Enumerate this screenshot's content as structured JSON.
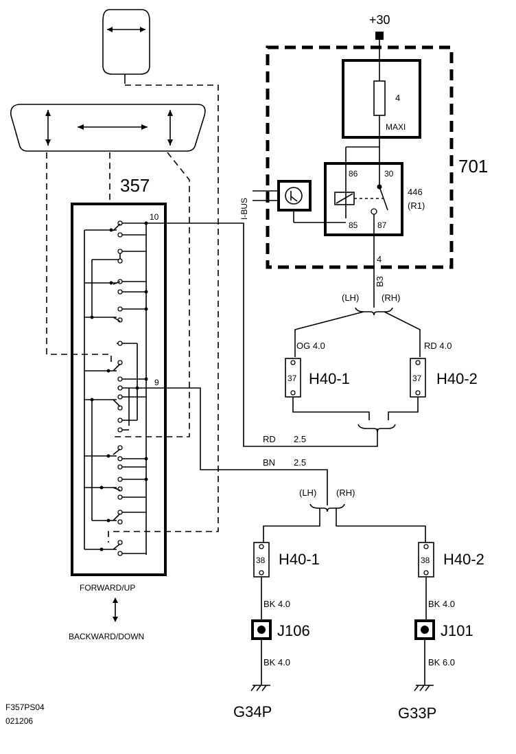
{
  "supply": {
    "label": "+30"
  },
  "box701": {
    "label": "701"
  },
  "fuse": {
    "number": "4",
    "type": "MAXI"
  },
  "relay": {
    "number": "446",
    "ref": "(R1)",
    "pin86": "86",
    "pin30": "30",
    "pin85": "85",
    "pin87": "87"
  },
  "ibus": {
    "label": "I-BUS"
  },
  "feed_wire": {
    "size": "4",
    "name": "B3"
  },
  "split_top": {
    "lh": "(LH)",
    "rh": "(RH)"
  },
  "lamp37": {
    "left": {
      "wire": "OG 4.0",
      "pin": "37",
      "name": "H40-1"
    },
    "right": {
      "wire": "RD 4.0",
      "pin": "37",
      "name": "H40-2"
    }
  },
  "switch357": {
    "label": "357",
    "pin10": "10",
    "pin9": "9",
    "forward_label": "FORWARD/UP",
    "backward_label": "BACKWARD/DOWN"
  },
  "wire_rd": {
    "color": "RD",
    "size": "2.5"
  },
  "wire_bn": {
    "color": "BN",
    "size": "2.5"
  },
  "split_bottom": {
    "lh": "(LH)",
    "rh": "(RH)"
  },
  "lamp38": {
    "left": {
      "pin": "38",
      "name": "H40-1",
      "wire_a": "BK 4.0",
      "junction": "J106",
      "wire_b": "BK 4.0",
      "ground": "G34P"
    },
    "right": {
      "pin": "38",
      "name": "H40-2",
      "wire_a": "BK 4.0",
      "junction": "J101",
      "wire_b": "BK 6.0",
      "ground": "G33P"
    }
  },
  "footer": {
    "figure_id": "F357PS04",
    "date_code": "021206"
  }
}
